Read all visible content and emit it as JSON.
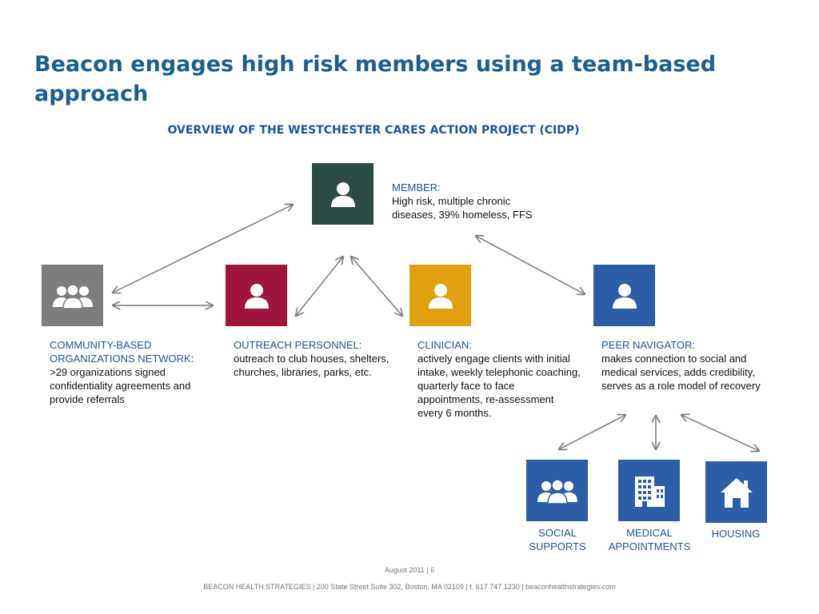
{
  "slide": {
    "title": "Beacon engages high risk members using a team-based approach",
    "subtitle": "OVERVIEW OF THE WESTCHESTER CARES ACTION PROJECT (CIDP)"
  },
  "nodes": {
    "member": {
      "role": "MEMBER:",
      "desc": "High risk, multiple chronic diseases, 39% homeless, FFS",
      "color": "#2b4b45",
      "icon": "person-icon"
    },
    "community": {
      "role": "COMMUNITY-BASED ORGANIZATIONS NETWORK:",
      "desc": ">29 organizations signed confidentiality agreements and provide referrals",
      "color": "#7d7d7d",
      "icon": "group-icon"
    },
    "outreach": {
      "role": "OUTREACH PERSONNEL:",
      "desc": "outreach to club houses, shelters, churches, libraries, parks, etc.",
      "color": "#a0153e",
      "icon": "person-icon"
    },
    "clinician": {
      "role": "CLINICIAN:",
      "desc": "actively engage clients with initial intake, weekly telephonic coaching, quarterly face to face appointments, re-assessment every 6 months.",
      "color": "#e0a010",
      "icon": "person-icon"
    },
    "peer": {
      "role": "PEER NAVIGATOR:",
      "desc": "makes connection to social and medical services, adds credibility, serves as a role model of recovery",
      "color": "#2c5ea8",
      "icon": "person-icon"
    }
  },
  "services": {
    "social": {
      "label": "SOCIAL SUPPORTS",
      "color": "#2c5ea8",
      "icon": "group-icon"
    },
    "medical": {
      "label": "MEDICAL APPOINTMENTS",
      "color": "#2c5ea8",
      "icon": "building-icon"
    },
    "housing": {
      "label": "HOUSING",
      "color": "#2c5ea8",
      "icon": "house-icon"
    }
  },
  "footer": {
    "date": "August 2011 | 6",
    "address": "BEACON HEALTH STRATEGIES | 200 State Street Suite 302, Boston, MA 02109 | t. 617.747.1230 | beaconhealthstrategies.com"
  }
}
